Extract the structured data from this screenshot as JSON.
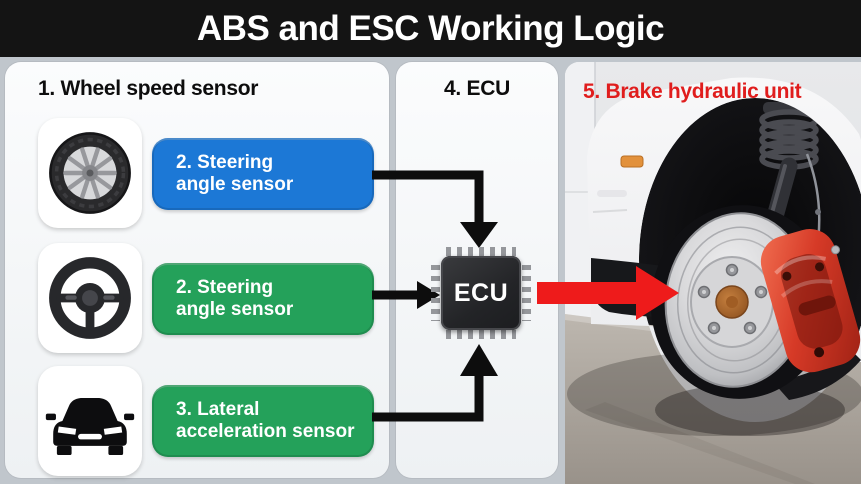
{
  "title": "ABS and ESC Working Logic",
  "sensors": {
    "heading": "1. Wheel speed sensor",
    "rows": [
      {
        "icon": "tire-icon",
        "line1": "2. Steering",
        "line2": "angle sensor",
        "color": "#1c78d6"
      },
      {
        "icon": "steering-wheel-icon",
        "line1": "2. Steering",
        "line2": "angle sensor",
        "color": "#24a15a"
      },
      {
        "icon": "car-icon",
        "line1": "3. Lateral",
        "line2": "acceleration sensor",
        "color": "#24a15a"
      }
    ]
  },
  "ecu": {
    "heading": "4. ECU",
    "chip_label": "ECU"
  },
  "brake": {
    "heading": "5. Brake hydraulic unit",
    "label_color": "#e01d1d"
  },
  "colors": {
    "accent_blue": "#1c78d6",
    "accent_green": "#24a15a",
    "label_red": "#e01d1d",
    "arrow_black": "#0d0d0d",
    "arrow_red": "#ee1b1b"
  }
}
